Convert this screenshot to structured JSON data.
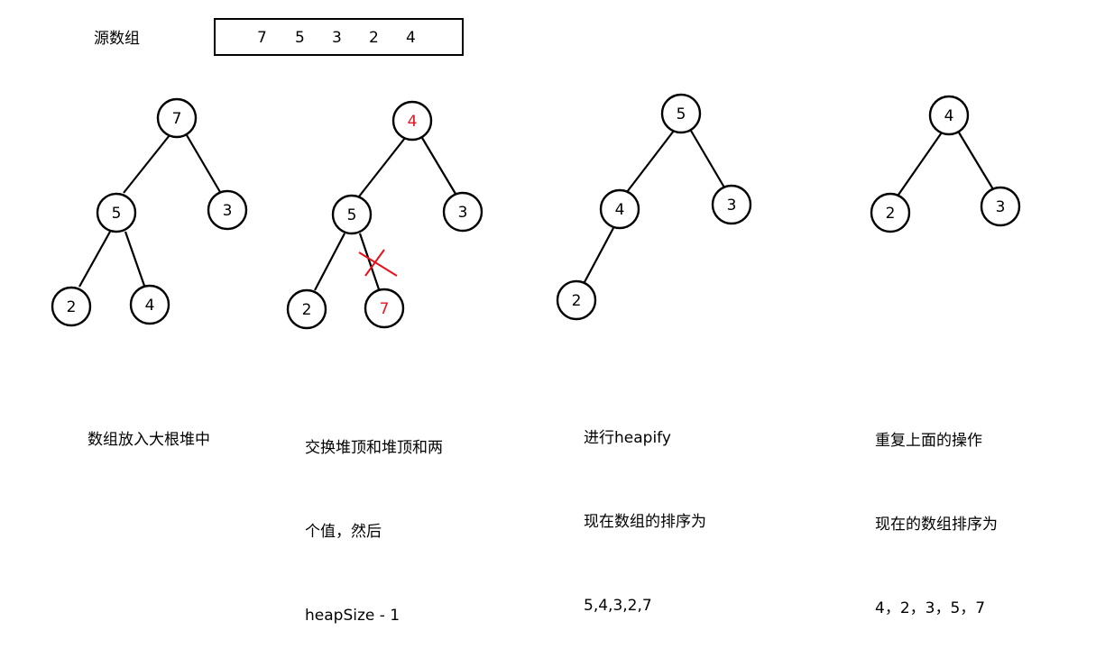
{
  "source_array": {
    "label": "源数组",
    "values": [
      "7",
      "5",
      "3",
      "2",
      "4"
    ]
  },
  "colors": {
    "highlight": "#e8111b",
    "ink": "#000000"
  },
  "trees": [
    {
      "nodes": [
        {
          "value": "7",
          "red": false
        },
        {
          "value": "5",
          "red": false
        },
        {
          "value": "3",
          "red": false
        },
        {
          "value": "2",
          "red": false
        },
        {
          "value": "4",
          "red": false
        }
      ]
    },
    {
      "nodes": [
        {
          "value": "4",
          "red": true
        },
        {
          "value": "5",
          "red": false
        },
        {
          "value": "3",
          "red": false
        },
        {
          "value": "2",
          "red": false
        },
        {
          "value": "7",
          "red": true
        }
      ],
      "removed_edge_mark": "cross"
    },
    {
      "nodes": [
        {
          "value": "5",
          "red": false
        },
        {
          "value": "4",
          "red": false
        },
        {
          "value": "3",
          "red": false
        },
        {
          "value": "2",
          "red": false
        }
      ]
    },
    {
      "nodes": [
        {
          "value": "4",
          "red": false
        },
        {
          "value": "2",
          "red": false
        },
        {
          "value": "3",
          "red": false
        }
      ]
    }
  ],
  "captions": [
    {
      "lines": [
        "数组放入大根堆中"
      ]
    },
    {
      "lines": [
        "交换堆顶和堆顶和两",
        "个值，然后",
        "heapSize - 1"
      ]
    },
    {
      "lines": [
        "进行heapify",
        "现在数组的排序为",
        "5,4,3,2,7"
      ]
    },
    {
      "lines": [
        "重复上面的操作",
        "现在的数组排序为",
        "4，2，3，5，7"
      ]
    }
  ]
}
